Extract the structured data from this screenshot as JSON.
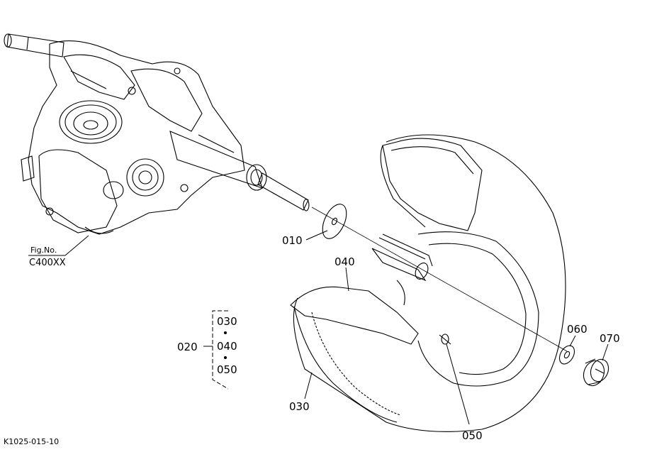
{
  "figure": {
    "ref_label": "Fig.No.",
    "ref_code": "C400XX",
    "drawing_id": "K1025-015-10"
  },
  "callouts": {
    "p010": "010",
    "p020": "020",
    "p030": "030",
    "p040": "040",
    "p050": "050",
    "p060": "060",
    "p070": "070"
  },
  "assembly_group": {
    "items": [
      "030",
      "040",
      "050"
    ]
  }
}
